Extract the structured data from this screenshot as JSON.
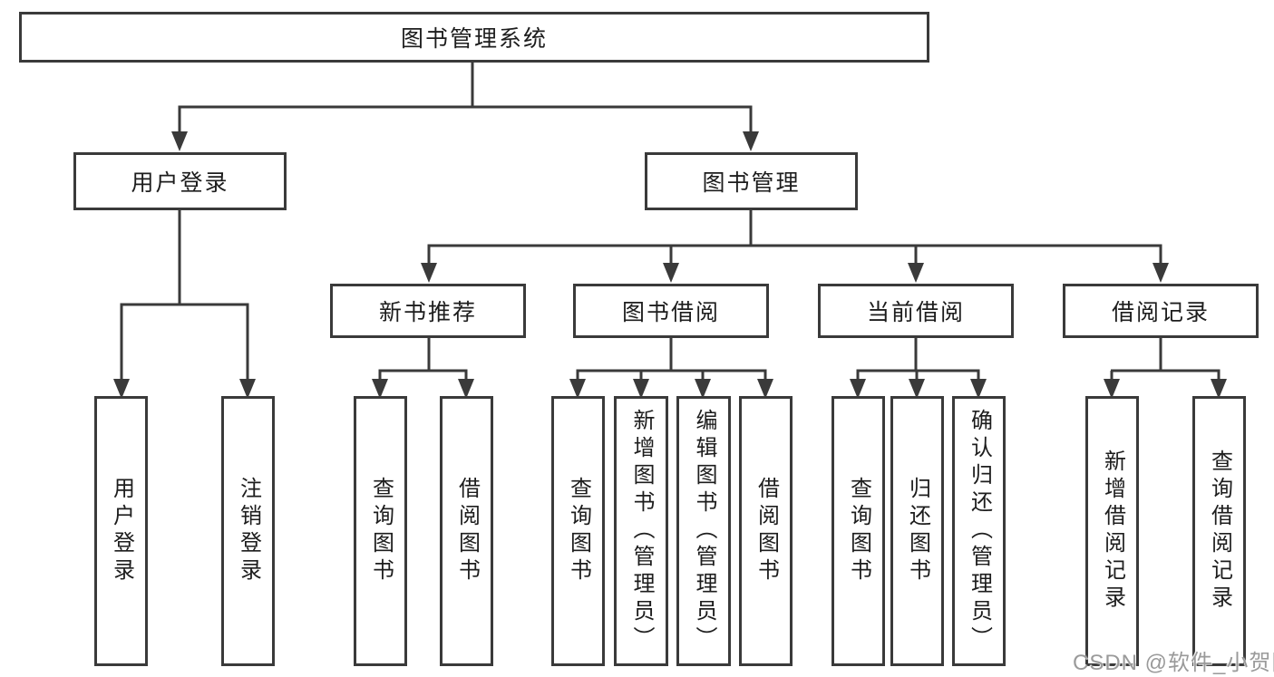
{
  "diagram": {
    "root": {
      "label": "图书管理系统"
    },
    "level1": [
      {
        "label": "用户登录"
      },
      {
        "label": "图书管理"
      }
    ],
    "level2": [
      {
        "label": "新书推荐"
      },
      {
        "label": "图书借阅"
      },
      {
        "label": "当前借阅"
      },
      {
        "label": "借阅记录"
      }
    ],
    "leaves": {
      "user_login": [
        "用户登录",
        "注销登录"
      ],
      "new_book_recommendation": [
        "查询图书",
        "借阅图书"
      ],
      "book_borrowing": [
        "查询图书",
        "新增图书（管理员）",
        "编辑图书（管理员）",
        "借阅图书"
      ],
      "current_borrowing": [
        "查询图书",
        "归还图书",
        "确认归还（管理员）"
      ],
      "borrowing_records": [
        "新增借阅记录",
        "查询借阅记录"
      ]
    }
  },
  "watermark": {
    "text": "CSDN @软件_小贺同学"
  },
  "colors": {
    "line": "#3a3a3a",
    "text": "#1d1d1d",
    "background": "#ffffff",
    "watermark": "#9a9a9a"
  }
}
